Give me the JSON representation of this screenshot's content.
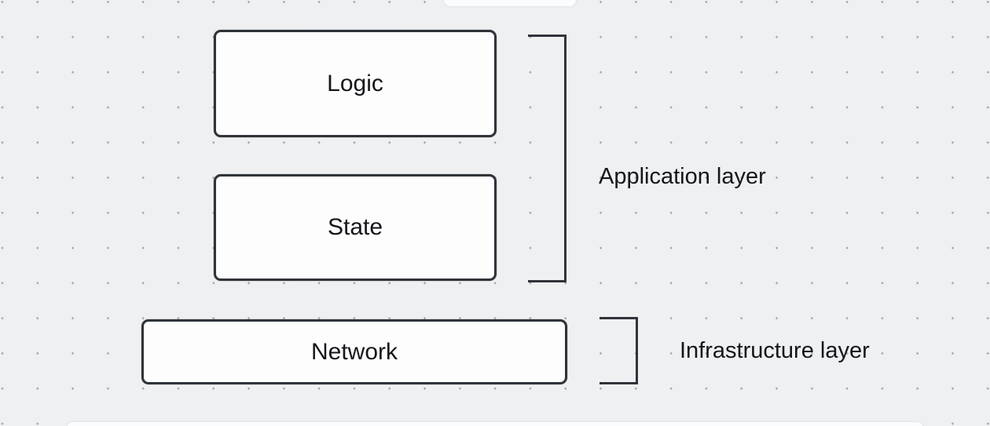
{
  "canvas": {
    "nodes": {
      "logic": {
        "label": "Logic"
      },
      "state": {
        "label": "State"
      },
      "network": {
        "label": "Network"
      }
    },
    "layers": {
      "application": {
        "label": "Application layer"
      },
      "infrastructure": {
        "label": "Infrastructure layer"
      }
    }
  },
  "colors": {
    "background": "#eef0f1",
    "dot": "#a5a9af",
    "stroke": "#2f343a",
    "node_fill": "#fdfdfe",
    "text": "#141619"
  }
}
